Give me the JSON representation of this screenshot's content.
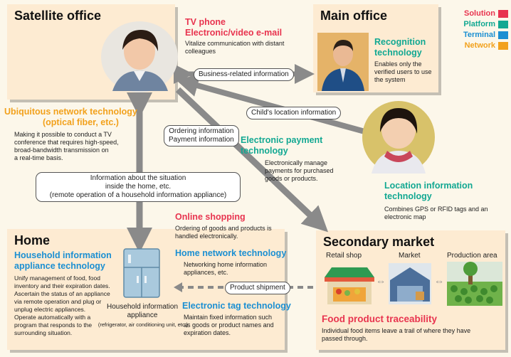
{
  "colors": {
    "solution": "#e8344f",
    "platform": "#12a892",
    "terminal": "#1b8fd2",
    "network": "#f2a11c",
    "arrow": "#8a8a8a"
  },
  "legend": [
    {
      "label": "Solution",
      "color": "#e8344f"
    },
    {
      "label": "Platform",
      "color": "#12a892"
    },
    {
      "label": "Terminal",
      "color": "#1b8fd2"
    },
    {
      "label": "Network",
      "color": "#f2a11c"
    }
  ],
  "satellite": {
    "title": "Satellite office"
  },
  "main": {
    "title": "Main office",
    "recog_title_1": "Recognition",
    "recog_title_2": "technology",
    "recog_desc_1": "Enables only the",
    "recog_desc_2": "verified users to use",
    "recog_desc_3": "the system"
  },
  "home": {
    "title": "Home",
    "hia_title_1": "Household information",
    "hia_title_2": "appliance technology",
    "hia_desc_1": "Unify management of food, food",
    "hia_desc_2": "inventory and their expiration dates.",
    "hia_desc_3": "Ascertain the status of an appliance",
    "hia_desc_4": "via remote operation and plug or",
    "hia_desc_5": "unplug electric appliances.",
    "hia_desc_6": "Operate automatically with a",
    "hia_desc_7": "program that responds to the",
    "hia_desc_8": "surrounding situation.",
    "appliance_1": "Household information",
    "appliance_2": "appliance",
    "appliance_3": "(refrigerator, air conditioning unit, etc.)",
    "hnt_title": "Home network technology",
    "hnt_desc_1": "Networking home information",
    "hnt_desc_2": "appliances, etc.",
    "etag_title": "Electronic tag technology",
    "etag_desc_1": "Maintain fixed information such",
    "etag_desc_2": "as goods or product names and",
    "etag_desc_3": "expiration dates."
  },
  "secondary": {
    "title": "Secondary market",
    "retail": "Retail shop",
    "market": "Market",
    "production": "Production area",
    "trace_title": "Food product traceability",
    "trace_desc_1": "Individual food items leave a trail of where they have",
    "trace_desc_2": "passed through."
  },
  "tv": {
    "title_1": "TV phone",
    "title_2": "Electronic/video e-mail",
    "desc_1": "Vitalize communication with distant",
    "desc_2": "colleagues"
  },
  "ubiq": {
    "title_1": "Ubiquitous network technology",
    "title_2": "(optical fiber, etc.)",
    "desc_1": "Making it possible to conduct a TV",
    "desc_2": "conference that requires high-speed,",
    "desc_3": "broad-bandwidth transmission on",
    "desc_4": "a real-time basis."
  },
  "epay": {
    "title_1": "Electronic payment",
    "title_2": "technology",
    "desc_1": "Electronically manage",
    "desc_2": "payments for purchased",
    "desc_3": "goods or products."
  },
  "loc": {
    "title_1": "Location information",
    "title_2": "technology",
    "desc_1": "Combines GPS or RFID tags and an",
    "desc_2": "electronic map"
  },
  "shop": {
    "title": "Online shopping",
    "desc_1": "Ordering of goods and products is",
    "desc_2": "handled electronically."
  },
  "labels": {
    "business": "Business-related information",
    "child": "Child's location information",
    "order_1": "Ordering information",
    "order_2": "Payment information",
    "situation_1": "Information about the situation",
    "situation_2": "inside the home, etc.",
    "situation_3": "(remote operation of a household information appliance)",
    "shipment": "Product shipment"
  }
}
